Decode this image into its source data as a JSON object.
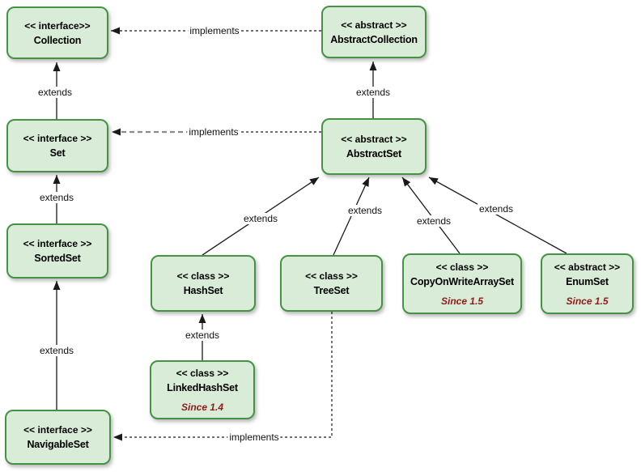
{
  "colors": {
    "background": "#ffffff",
    "box_fill": "#d9ecd7",
    "box_border": "#459245",
    "since_color": "#8e1b1b",
    "connector_color": "#1a1a1a",
    "connector_gray": "#8a8a8a"
  },
  "boxes": [
    {
      "id": "collection",
      "stereotype": "<< interface>>",
      "name": "Collection"
    },
    {
      "id": "abstract-collection",
      "stereotype": "<< abstract >>",
      "name": "AbstractCollection"
    },
    {
      "id": "set",
      "stereotype": "<< interface >>",
      "name": "Set"
    },
    {
      "id": "abstract-set",
      "stereotype": "<< abstract >>",
      "name": "AbstractSet"
    },
    {
      "id": "sorted-set",
      "stereotype": "<< interface >>",
      "name": "SortedSet"
    },
    {
      "id": "hash-set",
      "stereotype": "<< class >>",
      "name": "HashSet"
    },
    {
      "id": "tree-set",
      "stereotype": "<< class >>",
      "name": "TreeSet"
    },
    {
      "id": "copy-on-write-array-set",
      "stereotype": "<< class >>",
      "name": "CopyOnWriteArraySet",
      "since": "Since 1.5"
    },
    {
      "id": "enum-set",
      "stereotype": "<< abstract >>",
      "name": "EnumSet",
      "since": "Since 1.5"
    },
    {
      "id": "linked-hash-set",
      "stereotype": "<< class >>",
      "name": "LinkedHashSet",
      "since": "Since 1.4"
    },
    {
      "id": "navigable-set",
      "stereotype": "<< interface >>",
      "name": "NavigableSet"
    }
  ],
  "edges": [
    {
      "from": "Set",
      "to": "Collection",
      "label": "extends",
      "style": "solid"
    },
    {
      "from": "AbstractSet",
      "to": "AbstractCollection",
      "label": "extends",
      "style": "solid"
    },
    {
      "from": "AbstractCollection",
      "to": "Collection",
      "label": "implements",
      "style": "dashed"
    },
    {
      "from": "AbstractSet",
      "to": "Set",
      "label": "implements",
      "style": "dashed"
    },
    {
      "from": "SortedSet",
      "to": "Set",
      "label": "extends",
      "style": "solid"
    },
    {
      "from": "NavigableSet",
      "to": "SortedSet",
      "label": "extends",
      "style": "solid"
    },
    {
      "from": "HashSet",
      "to": "AbstractSet",
      "label": "extends",
      "style": "solid"
    },
    {
      "from": "TreeSet",
      "to": "AbstractSet",
      "label": "extends",
      "style": "solid"
    },
    {
      "from": "CopyOnWriteArraySet",
      "to": "AbstractSet",
      "label": "extends",
      "style": "solid"
    },
    {
      "from": "EnumSet",
      "to": "AbstractSet",
      "label": "extends",
      "style": "solid"
    },
    {
      "from": "LinkedHashSet",
      "to": "HashSet",
      "label": "extends",
      "style": "solid"
    },
    {
      "from": "TreeSet",
      "to": "NavigableSet",
      "label": "implements",
      "style": "dashed"
    }
  ]
}
